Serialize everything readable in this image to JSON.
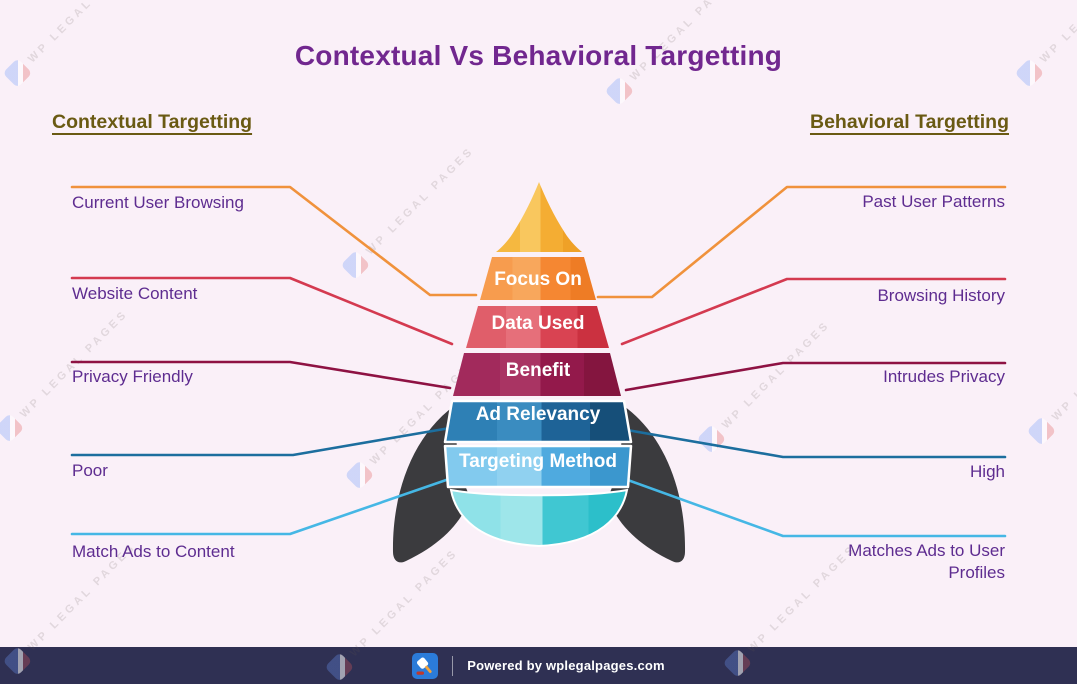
{
  "title": "Contextual Vs Behavioral Targetting",
  "columns": {
    "left_header": "Contextual Targetting",
    "right_header": "Behavioral Targetting"
  },
  "comparison": [
    {
      "aspect": "Focus On",
      "contextual": "Current User Browsing",
      "behavioral": "Past User Patterns",
      "band_color": "#F58732",
      "line_color": "#F0923C"
    },
    {
      "aspect": "Data Used",
      "contextual": "Website Content",
      "behavioral": "Browsing History",
      "band_color": "#D94352",
      "line_color": "#D43A50"
    },
    {
      "aspect": "Benefit",
      "contextual": "Privacy Friendly",
      "behavioral": "Intrudes Privacy",
      "band_color": "#94194B",
      "line_color": "#8E1243"
    },
    {
      "aspect": "Ad Relevancy",
      "contextual": "Poor",
      "behavioral": "High",
      "band_color": "#1E6397",
      "line_color": "#1C6E9E"
    },
    {
      "aspect": "Targeting Method",
      "contextual": "Match Ads to Content",
      "behavioral": "Matches Ads to User Profiles",
      "band_color": "#4FAADF",
      "line_color": "#45B7E5"
    }
  ],
  "rocket": {
    "tip_color": "#F5B23A",
    "fin_color": "#3B3B3E",
    "tail_color": "#40C7D2"
  },
  "watermark": {
    "text": "WP LEGAL PAGES"
  },
  "footer": {
    "powered_by": "Powered by wplegalpages.com"
  },
  "colors": {
    "background": "#FAF0F8",
    "title": "#71278F",
    "column_header": "#6A5A13",
    "label": "#5E2C90",
    "footer_bar": "#2F3053"
  }
}
